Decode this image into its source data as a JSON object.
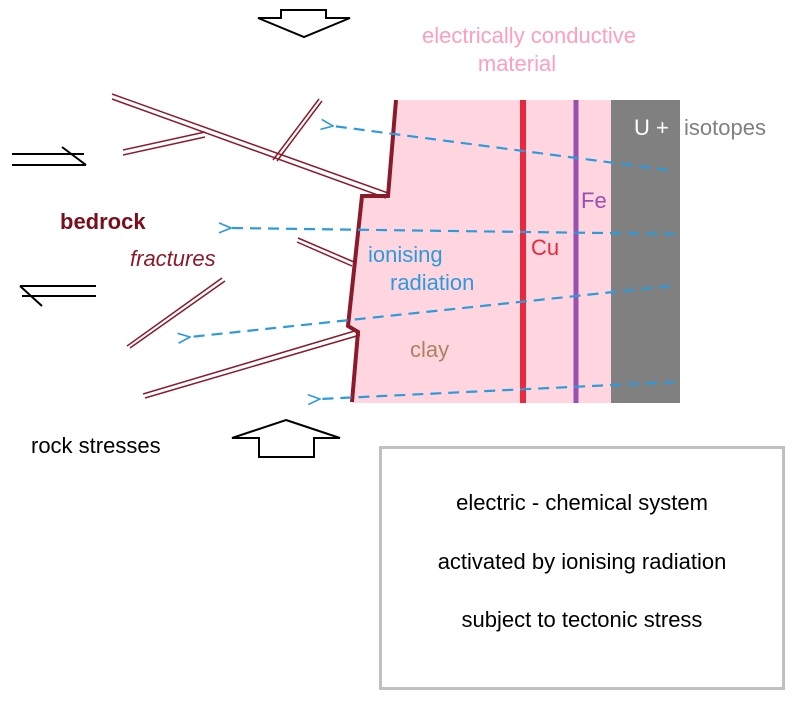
{
  "labels": {
    "conductive_line1": "electrically conductive",
    "conductive_line2": "material",
    "isotopes_prefix": "U +",
    "isotopes": "isotopes",
    "fe": "Fe",
    "cu": "Cu",
    "bedrock": "bedrock",
    "fractures": "fractures",
    "ionising_line1": "ionising",
    "ionising_line2": "radiation",
    "clay": "clay",
    "rock_stresses": "rock stresses"
  },
  "info_box": {
    "line1": "electric - chemical system",
    "line2": "activated by ionising radiation",
    "line3": "subject to tectonic stress"
  },
  "colors": {
    "fracture": "#8b1a2b",
    "bedrock_text": "#7a0f1c",
    "clay_fill": "#ffd6df",
    "copper": "#e8283c",
    "iron": "#9b4fb0",
    "isotope_block": "#808080",
    "radiation": "#2b9bdc",
    "clay_text": "#b08060",
    "conductive_text": "#ff9ebd",
    "box_border": "#c0c0c0"
  }
}
